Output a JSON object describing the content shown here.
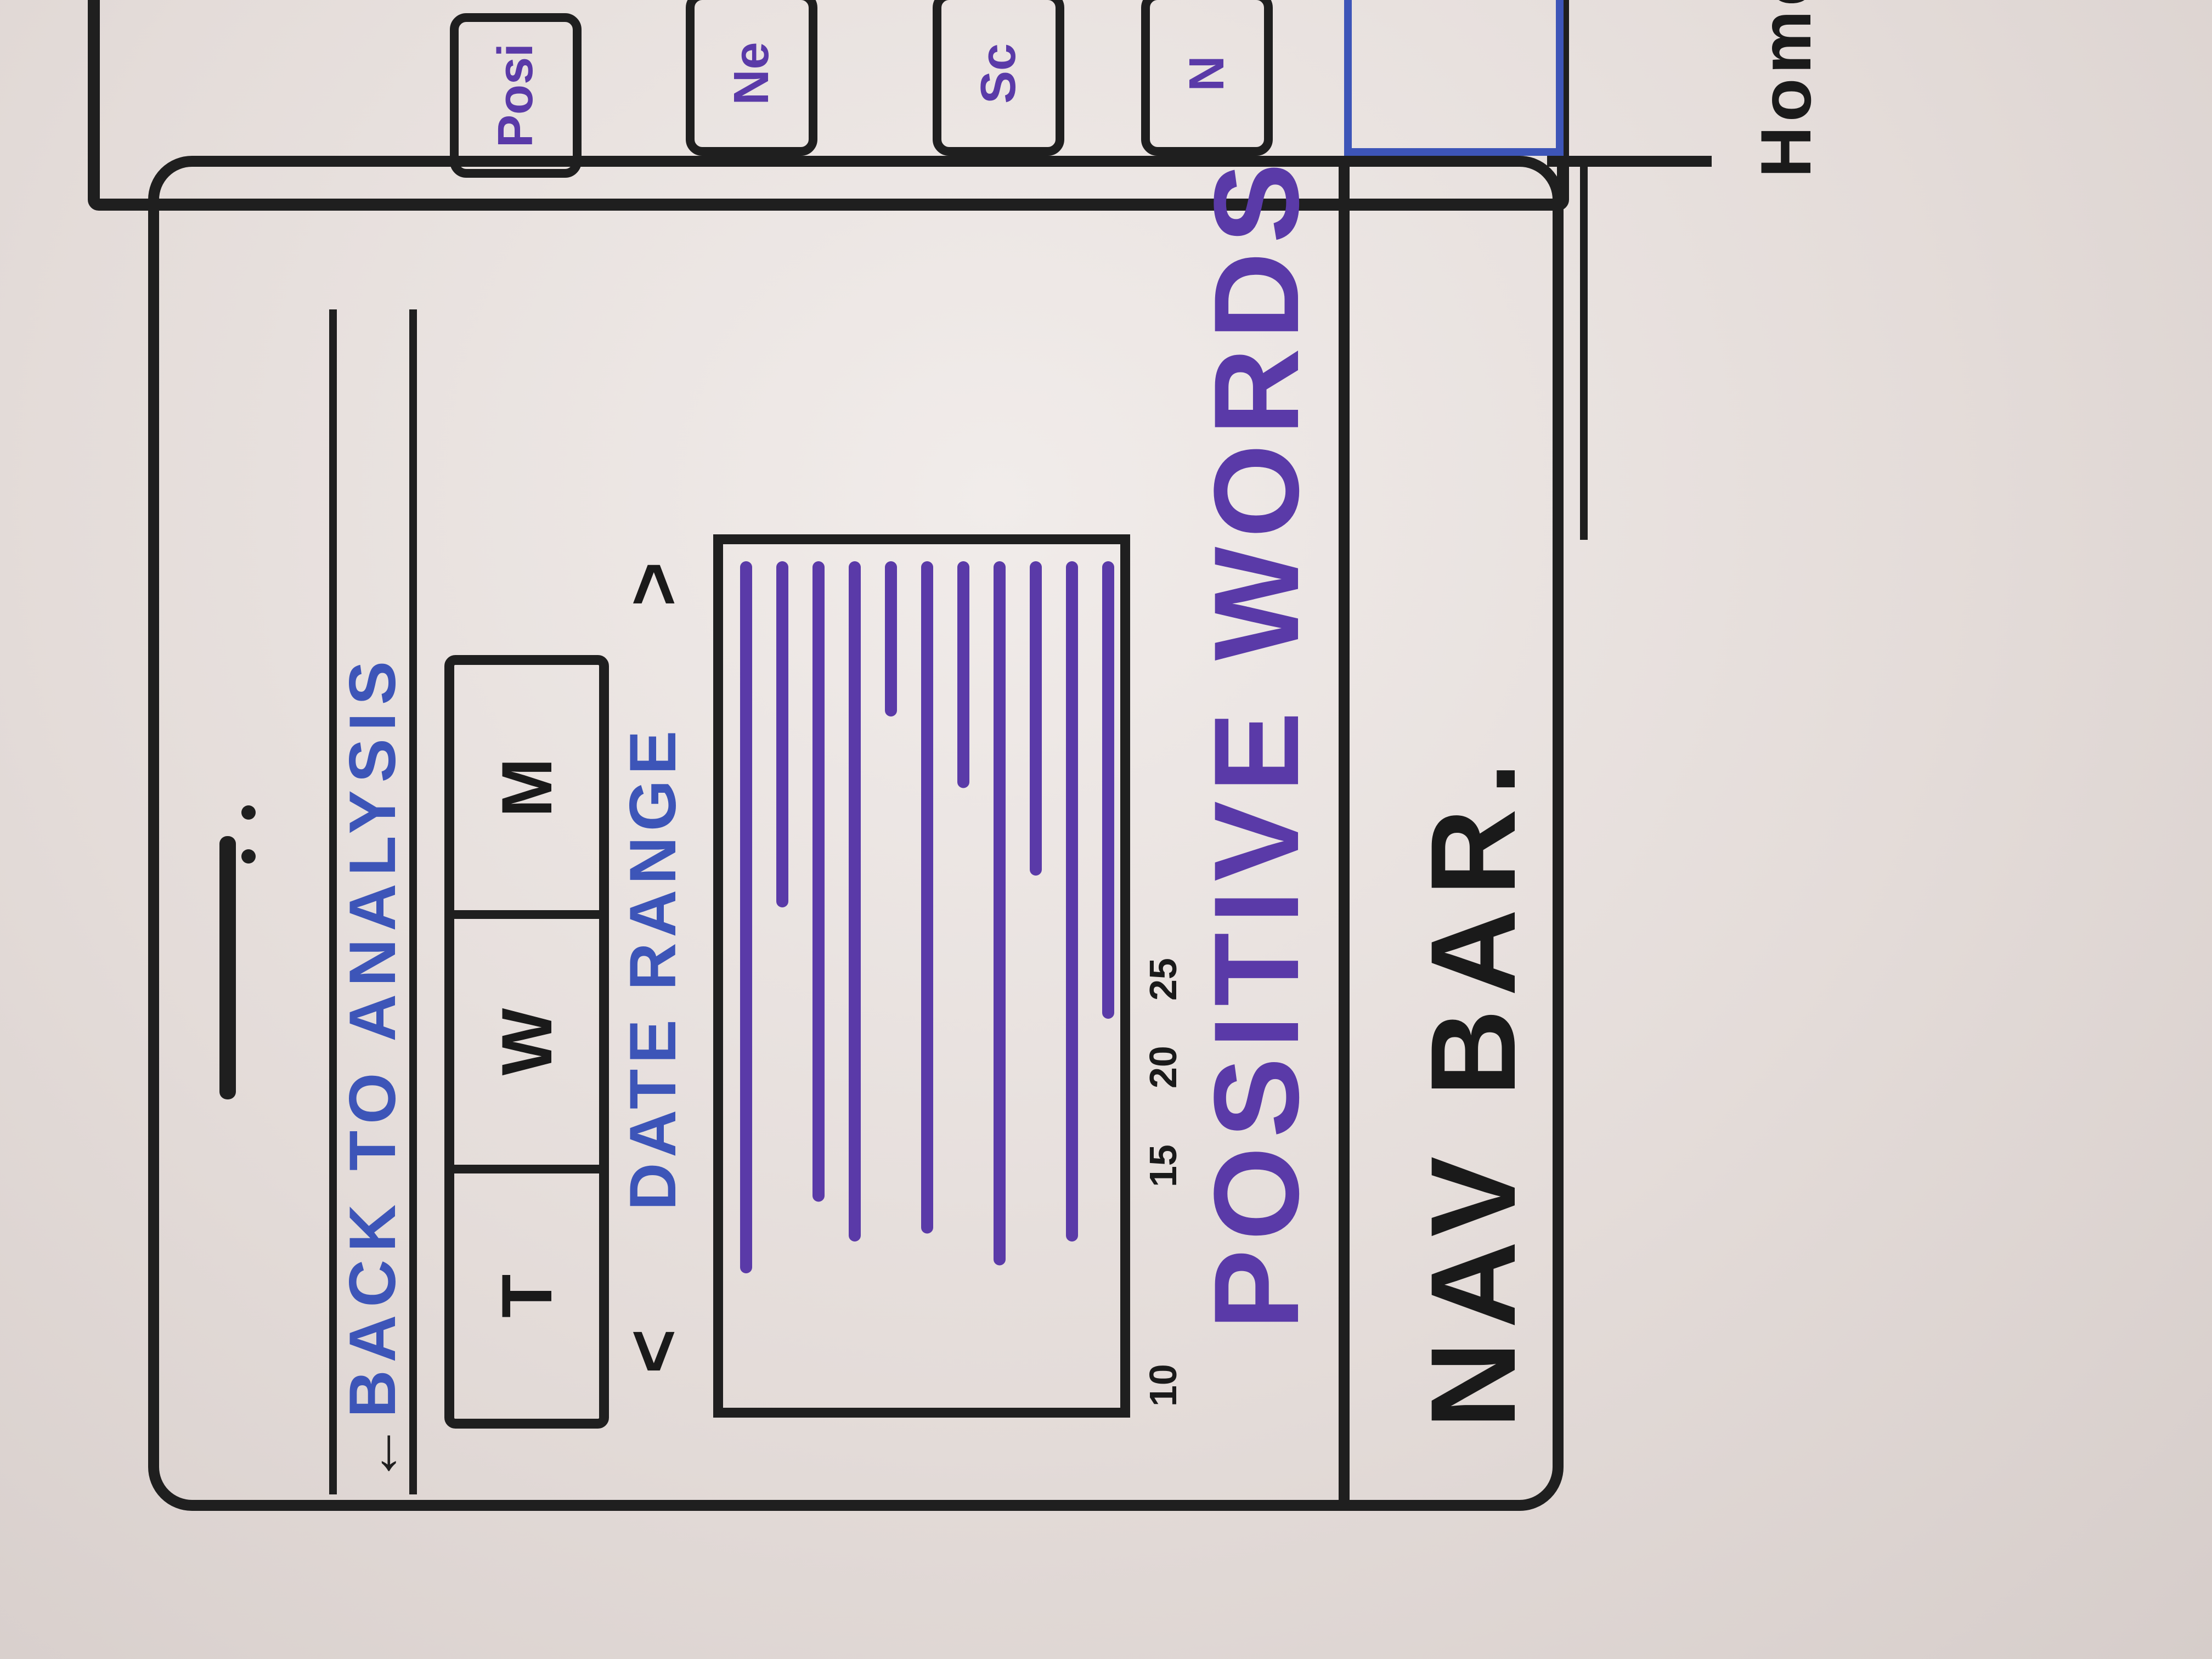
{
  "previous_screen": {
    "pills": [
      "Posi",
      "Ne",
      "Sc",
      "N"
    ],
    "home_label": "Home"
  },
  "phone": {
    "back_link": "BACK TO ANALYSIS",
    "segments": [
      "T",
      "W",
      "M"
    ],
    "date_range": {
      "label": "DATE RANGE",
      "prev_arrow": "<",
      "next_arrow": ">"
    },
    "chart": {
      "tick_labels": [
        "10",
        "15",
        "20",
        "25"
      ]
    },
    "title": "POSITIVE WORDS",
    "nav_bar": "NAV BAR."
  },
  "colors": {
    "ink": "#1f1f1f",
    "blue_marker": "#3d55b8",
    "purple_marker": "#5a3aa8",
    "board": "#e6dedb"
  },
  "chart_data": {
    "type": "bar",
    "orientation": "horizontal",
    "values": [
      0.88,
      0.42,
      0.79,
      0.84,
      0.18,
      0.83,
      0.27,
      0.87,
      0.38,
      0.84,
      0.56
    ]
  }
}
